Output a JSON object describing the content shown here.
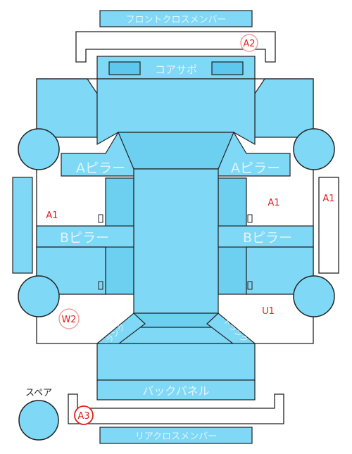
{
  "parts": {
    "front_cross_member": "フロントクロスメンバー",
    "core_support": "コアサポ",
    "a_pillar_left": "Aピラー",
    "a_pillar_right": "Aピラー",
    "b_pillar_left": "Bピラー",
    "b_pillar_right": "Bピラー",
    "back_panel": "バックパネル",
    "rear_cross_member": "リアクロスメンバー",
    "spare": "スペア",
    "trunk_left": "トランク",
    "trunk_right": "トランク"
  },
  "damage_marks": [
    {
      "code": "A2",
      "circled": true
    },
    {
      "code": "A1",
      "circled": false
    },
    {
      "code": "A1",
      "circled": false
    },
    {
      "code": "A1",
      "circled": false
    },
    {
      "code": "W2",
      "circled": true
    },
    {
      "code": "U1",
      "circled": false
    },
    {
      "code": "A3",
      "circled": true
    }
  ],
  "colors": {
    "panel": "#7fd8f5",
    "damage": "#e02020",
    "outline": "#222222"
  }
}
